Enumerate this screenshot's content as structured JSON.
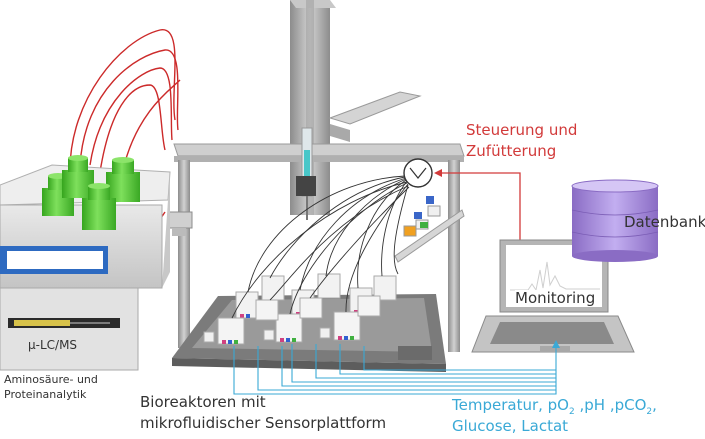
{
  "labels": {
    "steuerung_line1": "Steuerung und",
    "steuerung_line2": "Zufütterung",
    "datenbank": "Datenbank",
    "monitoring": "Monitoring",
    "lcms": "µ-LC/MS",
    "analytik_line1": "Aminosäure- und",
    "analytik_line2": "Proteinanalytik",
    "bioreaktoren_line1": "Bioreaktoren mit",
    "bioreaktoren_line2": "mikrofluidischer Sensorplattform",
    "sensor_line1_prefix": "Temperatur, pO",
    "sensor_line1_sub1": "2",
    "sensor_line1_mid": " ,pH ,pCO",
    "sensor_line1_sub2": "2",
    "sensor_line1_suffix": ",",
    "sensor_line2": "Glucose, Lactat"
  },
  "colors": {
    "control_red": "#d23a3a",
    "sensor_blue": "#3aa9d6",
    "database_purple": "#9b7fd1",
    "bottle_green": "#4fc233",
    "frame_gray": "#a9a9a9"
  }
}
